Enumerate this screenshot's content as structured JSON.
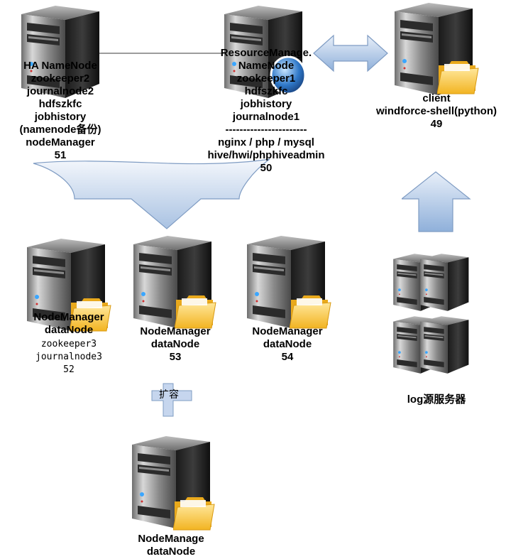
{
  "servers": {
    "ha_namenode": [
      "HA NameNode",
      "zookeeper2",
      "journalnode2",
      "hdfszkfc",
      "jobhistory",
      "(namenode备份)",
      "nodeManager",
      "51"
    ],
    "resource_manager": [
      "ResourceManage.",
      "NameNode",
      "zookeeper1",
      "hdfszkfc",
      "jobhistory",
      "journalnode1",
      "-----------------------",
      "nginx / php / mysql",
      "hive/hwi/phphiveadmin",
      "50"
    ],
    "client": [
      "client",
      "windforce-shell(python)",
      "49"
    ],
    "node52": {
      "bold": [
        "NodeManager",
        "dataNode"
      ],
      "mono": [
        "zookeeper3",
        "journalnode3",
        "52"
      ]
    },
    "node53": [
      "NodeManager",
      "dataNode",
      "53"
    ],
    "node54": [
      "NodeManager",
      "dataNode",
      "54"
    ],
    "log_server": [
      "log源服务器"
    ],
    "expansion": "扩容",
    "new_node": [
      "NodeManage",
      "dataNode"
    ]
  },
  "colors": {
    "arrow_fill_top": "#eef3fa",
    "arrow_fill_bottom": "#a9c2e2",
    "arrow_stroke": "#7f9cc3",
    "server_dark": "#2a2a2a",
    "server_light": "#9a9a9a",
    "folder": "#f7c531"
  },
  "icons": [
    "server-icon",
    "folder-icon",
    "globe-icon",
    "double-arrow-icon",
    "down-funnel-arrow-icon",
    "up-arrow-icon",
    "plus-icon"
  ]
}
